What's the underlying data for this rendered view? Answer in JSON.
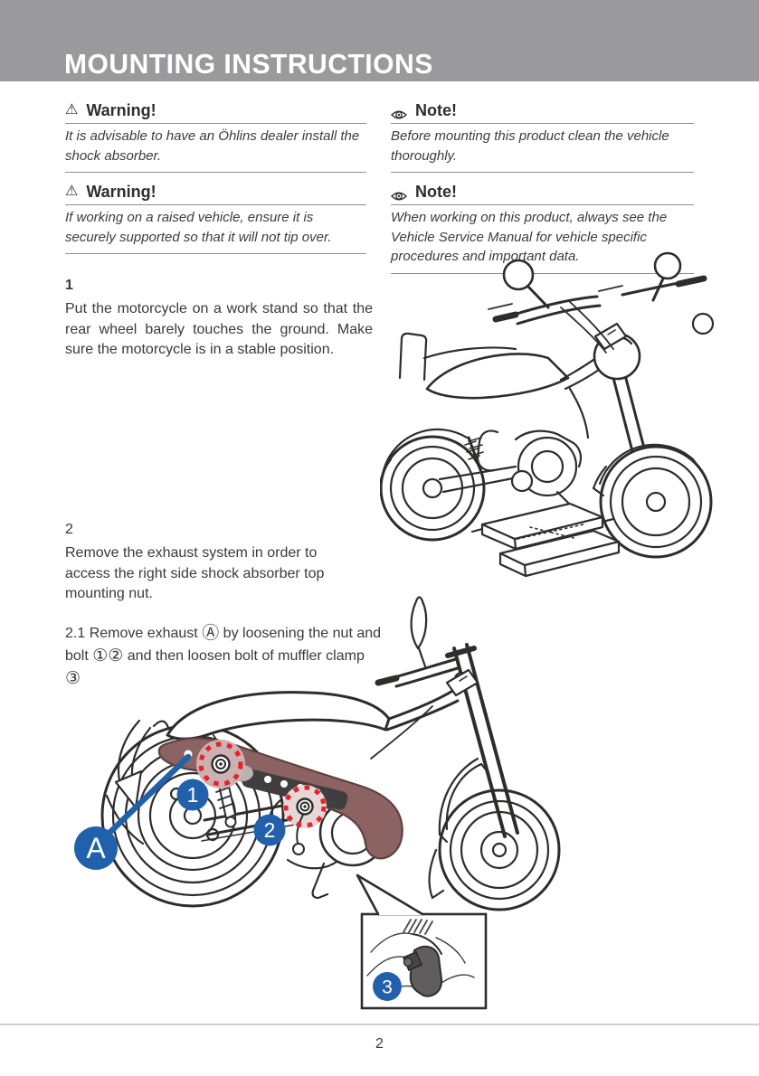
{
  "header": {
    "title": "MOUNTING INSTRUCTIONS"
  },
  "icons": {
    "warning_glyph": "⚠",
    "note_icon": "eye-icon"
  },
  "alerts": {
    "warnings": [
      {
        "title": "Warning!",
        "body": "It is advisable to have an Öhlins dealer install the shock absorber."
      },
      {
        "title": "Warning!",
        "body": "If working on a raised vehicle, ensure it is securely supported so that it will not tip over."
      }
    ],
    "notes": [
      {
        "title": "Note!",
        "body": "Before mounting this product clean the vehicle thoroughly."
      },
      {
        "title": "Note!",
        "body": "When working on this product, always see the Vehicle Service Manual for vehicle specific procedures and important data."
      }
    ]
  },
  "steps": {
    "step1": {
      "number": "1",
      "text": "Put the motorcycle on a work stand so that the rear wheel barely touches the ground. Make sure the motorcycle is in a stable position."
    },
    "step2": {
      "number": "2",
      "text": "Remove the exhaust system in order to access the right side shock absorber top mounting nut."
    },
    "step21": {
      "parts": [
        "2.1 Remove exhaust ",
        "Ⓐ",
        " by loosening the nut and bolt ",
        "①②",
        " and then loosen bolt of muffler clamp ",
        "③"
      ]
    }
  },
  "figure_callouts": {
    "a": "A",
    "one": "1",
    "two": "2",
    "three": "3"
  },
  "footer": {
    "page_number": "2"
  },
  "colors": {
    "header_gray": "#9a9a9d",
    "accent_blue": "#2161ab",
    "exhaust_maroon": "#8c6263",
    "dotted_red": "#e62129"
  }
}
